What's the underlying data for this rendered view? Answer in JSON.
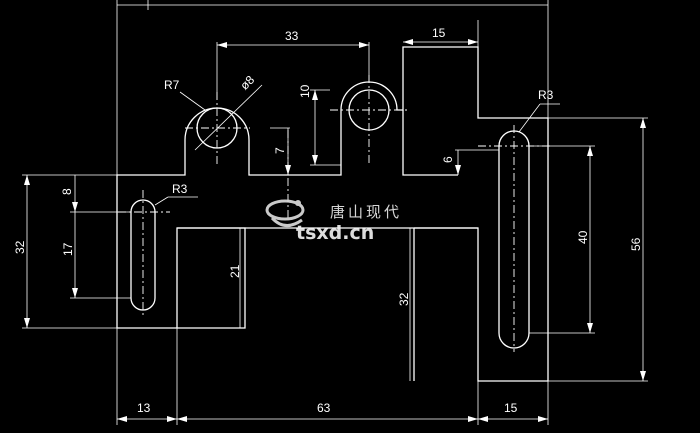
{
  "drawing": {
    "dimensions": {
      "d_33": "33",
      "d_15_top": "15",
      "d_r7": "R7",
      "d_phi8": "ø8",
      "d_10": "10",
      "d_7": "7",
      "d_r3_right": "R3",
      "d_6": "6",
      "d_8": "8",
      "d_r3_left": "R3",
      "d_32_left": "32",
      "d_17": "17",
      "d_21": "21",
      "d_32_mid": "32",
      "d_40": "40",
      "d_56": "56",
      "d_13": "13",
      "d_63": "63",
      "d_15_bottom": "15"
    },
    "watermark": {
      "brand_cn": "唐山现代",
      "brand_en": "tsxd.cn"
    },
    "colors": {
      "background": "#000000",
      "line": "#ffffff",
      "center_line": "#ffffff",
      "watermark": "#e0e0e0"
    }
  }
}
